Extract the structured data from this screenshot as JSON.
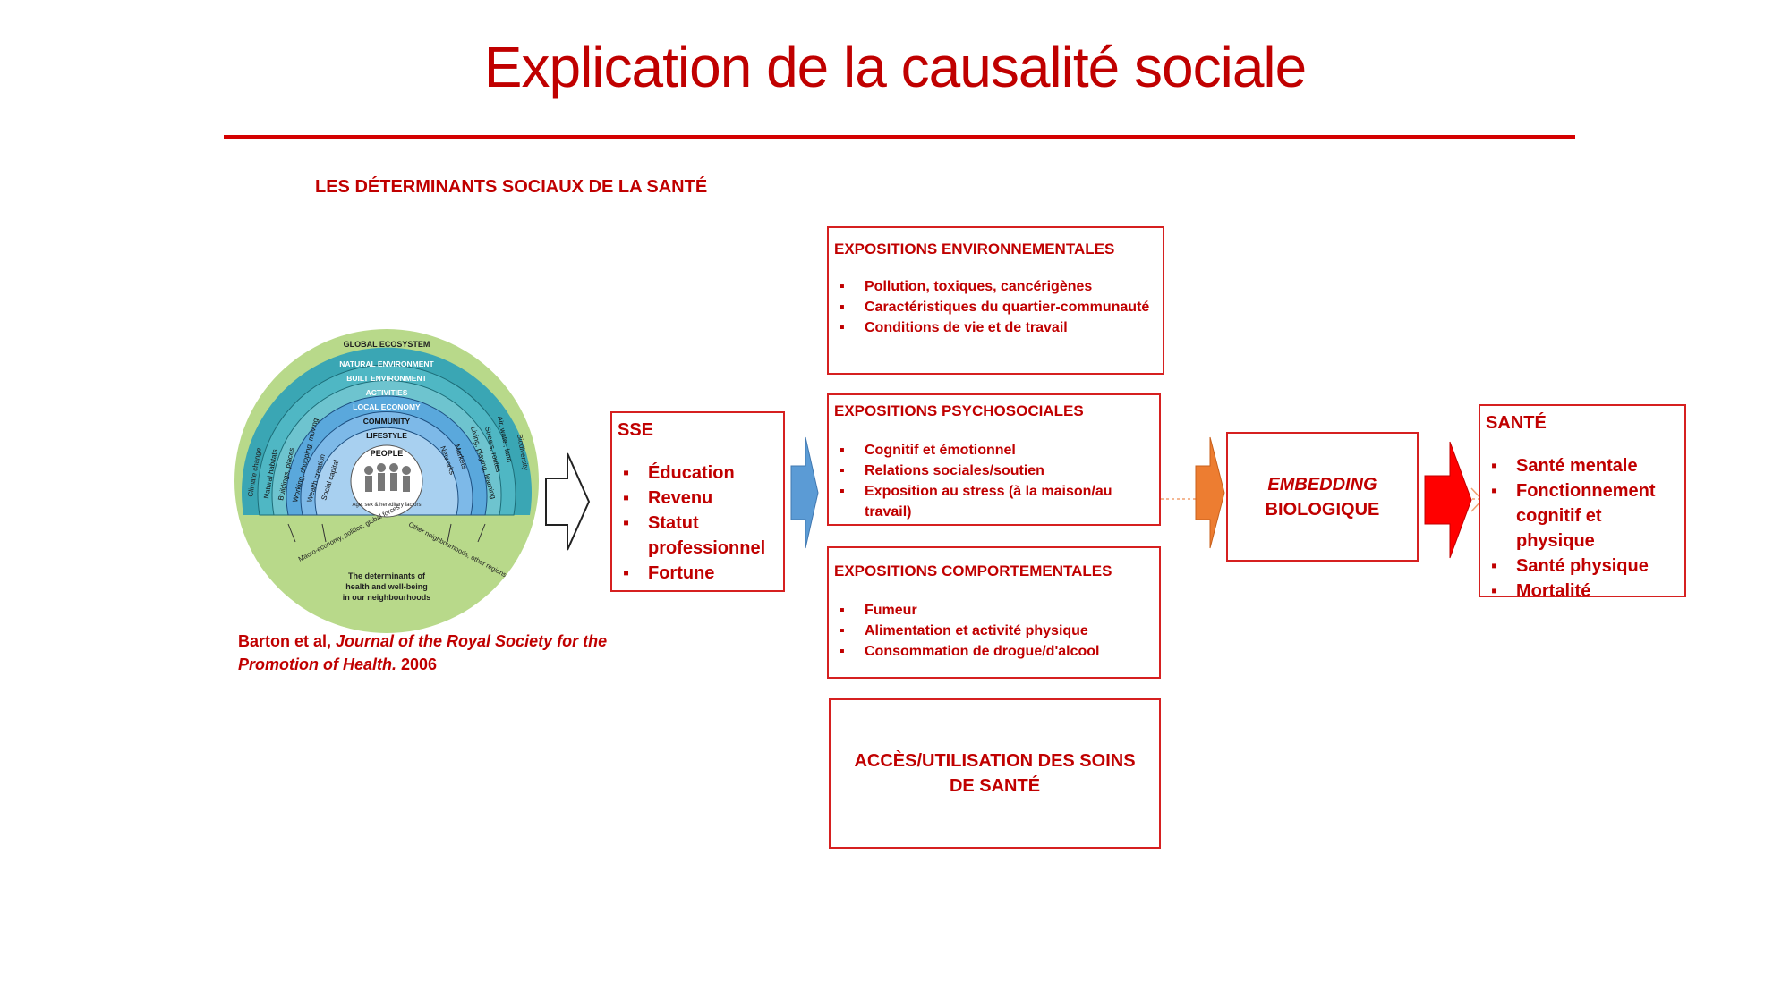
{
  "title": "Explication de la causalité sociale",
  "subtitle": "LES DÉTERMINANTS SOCIAUX DE LA SANTÉ",
  "wheel": {
    "global_ecosystem": "GLOBAL ECOSYSTEM",
    "natural_environment": "NATURAL ENVIRONMENT",
    "built_environment": "BUILT ENVIRONMENT",
    "activities": "ACTIVITIES",
    "local_economy": "LOCAL ECONOMY",
    "community": "COMMUNITY",
    "lifestyle": "LIFESTYLE",
    "people": "PEOPLE",
    "people_sub": "Age, sex & hereditary factors",
    "left_labels": [
      "Climate change",
      "Natural habitats",
      "Buildings, places",
      "Working, shopping, moving",
      "Wealth creation",
      "Social capital"
    ],
    "right_labels": [
      "Biodiversity",
      "Air, water, land",
      "Streets, routes",
      "Living, playing, learning",
      "Markets",
      "Networks"
    ],
    "macro": "Macro-economy, politics, global forces",
    "other": "Other neighbourhoods, other regions",
    "caption_lines": [
      "The determinants of",
      "health and well-being",
      "in our neighbourhoods"
    ]
  },
  "citation": {
    "authors": "Barton et al, ",
    "journal": "Journal of the Royal Society for the Promotion of Health.",
    "year": " 2006"
  },
  "sse": {
    "title": "SSE",
    "items": [
      "Éducation",
      "Revenu",
      "Statut professionnel",
      "Fortune"
    ]
  },
  "env": {
    "title": "EXPOSITIONS ENVIRONNEMENTALES",
    "items": [
      "Pollution, toxiques, cancérigènes",
      "Caractéristiques du quartier-communauté",
      "Conditions de vie et de travail"
    ]
  },
  "psycho": {
    "title": "EXPOSITIONS PSYCHOSOCIALES",
    "items": [
      "Cognitif et émotionnel",
      "Relations sociales/soutien",
      "Exposition au stress (à la maison/au travail)"
    ]
  },
  "behav": {
    "title": "EXPOSITIONS COMPORTEMENTALES",
    "items": [
      "Fumeur",
      "Alimentation et activité physique",
      "Consommation de drogue/d'alcool"
    ]
  },
  "access": {
    "text": "ACCÈS/UTILISATION DES SOINS DE SANTÉ"
  },
  "embedding": {
    "line1": "EMBEDDING",
    "line2": "BIOLOGIQUE"
  },
  "sante": {
    "title": "SANTÉ",
    "items": [
      "Santé mentale",
      "Fonctionnement cognitif et physique",
      "Santé physique",
      "Mortalité"
    ]
  },
  "colors": {
    "accent": "#c00000",
    "arrow_blue": "#5b9bd5",
    "arrow_orange": "#ed7d31",
    "arrow_red": "#ff0000",
    "wheel_green": "#b8d98a",
    "wheel_teal": "#3aa6b4"
  }
}
